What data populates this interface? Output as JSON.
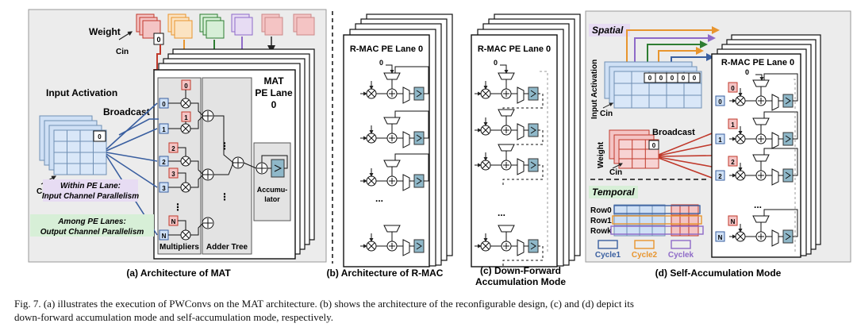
{
  "panel_a": {
    "weight": "Weight",
    "cin": "Cin",
    "zero": "0",
    "input_activation": "Input Activation",
    "broadcast": "Broadcast",
    "mat_lane": [
      "MAT",
      "PE Lane",
      "0"
    ],
    "indices": [
      "0",
      "1",
      "2",
      "3",
      "N"
    ],
    "dots": "⋮",
    "accumulator": [
      "Accumu-",
      "lator"
    ],
    "multipliers": "Multipliers",
    "adder_tree": "Adder Tree",
    "within": [
      "Within PE Lane:",
      "Input Channel Parallelism"
    ],
    "among": [
      "Among PE Lanes:",
      "Output Channel Parallelism"
    ],
    "label": "(a) Architecture of MAT"
  },
  "panel_b": {
    "title": "R-MAC PE Lane 0",
    "zero": "0",
    "dots": "...",
    "label": "(b) Architecture of R-MAC"
  },
  "panel_c": {
    "title": "R-MAC PE Lane 0",
    "zero": "0",
    "dots": "...",
    "label": [
      "(c) Down-Forward",
      "Accumulation Mode"
    ]
  },
  "panel_d": {
    "spatial": "Spatial",
    "input_activation": "Input Activation",
    "cin": "Cin",
    "weight": "Weight",
    "broadcast": "Broadcast",
    "zeros": [
      "0",
      "0",
      "0",
      "0",
      "0"
    ],
    "zero": "0",
    "title": "R-MAC PE Lane 0",
    "indices": [
      "0",
      "1",
      "2",
      "N"
    ],
    "dots": "...",
    "temporal": "Temporal",
    "rows": [
      "Row0",
      "Row1",
      "Rowk"
    ],
    "cycles": [
      "Cycle1",
      "Cycle2",
      "Cyclek"
    ],
    "label": "(d) Self-Accumulation Mode"
  },
  "caption": [
    "Fig. 7.  (a) illustrates the execution of PWConvs on the MAT architecture. (b) shows the architecture of the reconfigurable design, (c) and (d) depict its",
    "down-forward accumulation mode and self-accumulation mode, respectively."
  ],
  "colors": {
    "red": "#c0392b",
    "orange": "#e8952e",
    "green": "#2e7d32",
    "purple": "#8e6ac8",
    "blue": "#3a5fa0",
    "steel": "#6f8fb3",
    "pink_fill": "#f4c4c4",
    "blue_fill": "#cfe0f5",
    "teal_box": "#8fb8c9",
    "panel_bg": "#ececec",
    "yellow": "#f6eb9a",
    "lavender": "#e7dcf3",
    "mint": "#d7efd7"
  }
}
